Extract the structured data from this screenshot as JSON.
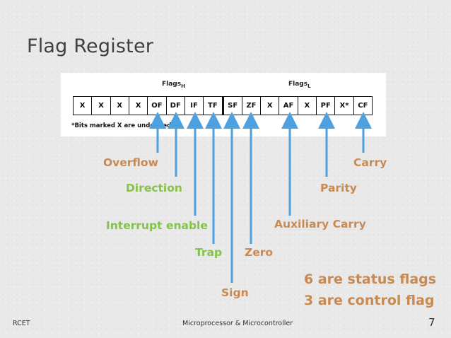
{
  "slide": {
    "title": "Flag Register",
    "footer_left": "RCET",
    "footer_center": "Microprocessor & Microcontroller",
    "page_number": "7"
  },
  "register": {
    "flags_high_label": "Flags",
    "flags_high_sub": "H",
    "flags_low_label": "Flags",
    "flags_low_sub": "L",
    "bits": [
      "X",
      "X",
      "X",
      "X",
      "OF",
      "DF",
      "IF",
      "TF",
      "SF",
      "ZF",
      "X",
      "AF",
      "X",
      "PF",
      "X*",
      "CF"
    ],
    "footnote": "*Bits marked X are undefined."
  },
  "labels": {
    "overflow": "Overflow",
    "direction": "Direction",
    "interrupt": "Interrupt enable",
    "trap": "Trap",
    "sign": "Sign",
    "zero": "Zero",
    "auxiliary": "Auxiliary Carry",
    "parity": "Parity",
    "carry": "Carry"
  },
  "summary": {
    "status": "6 are status flags",
    "control": "3 are control flag"
  },
  "colors": {
    "arrow": "#4ea1e0",
    "label_orange": "#c98a52",
    "label_green": "#86c24a"
  }
}
